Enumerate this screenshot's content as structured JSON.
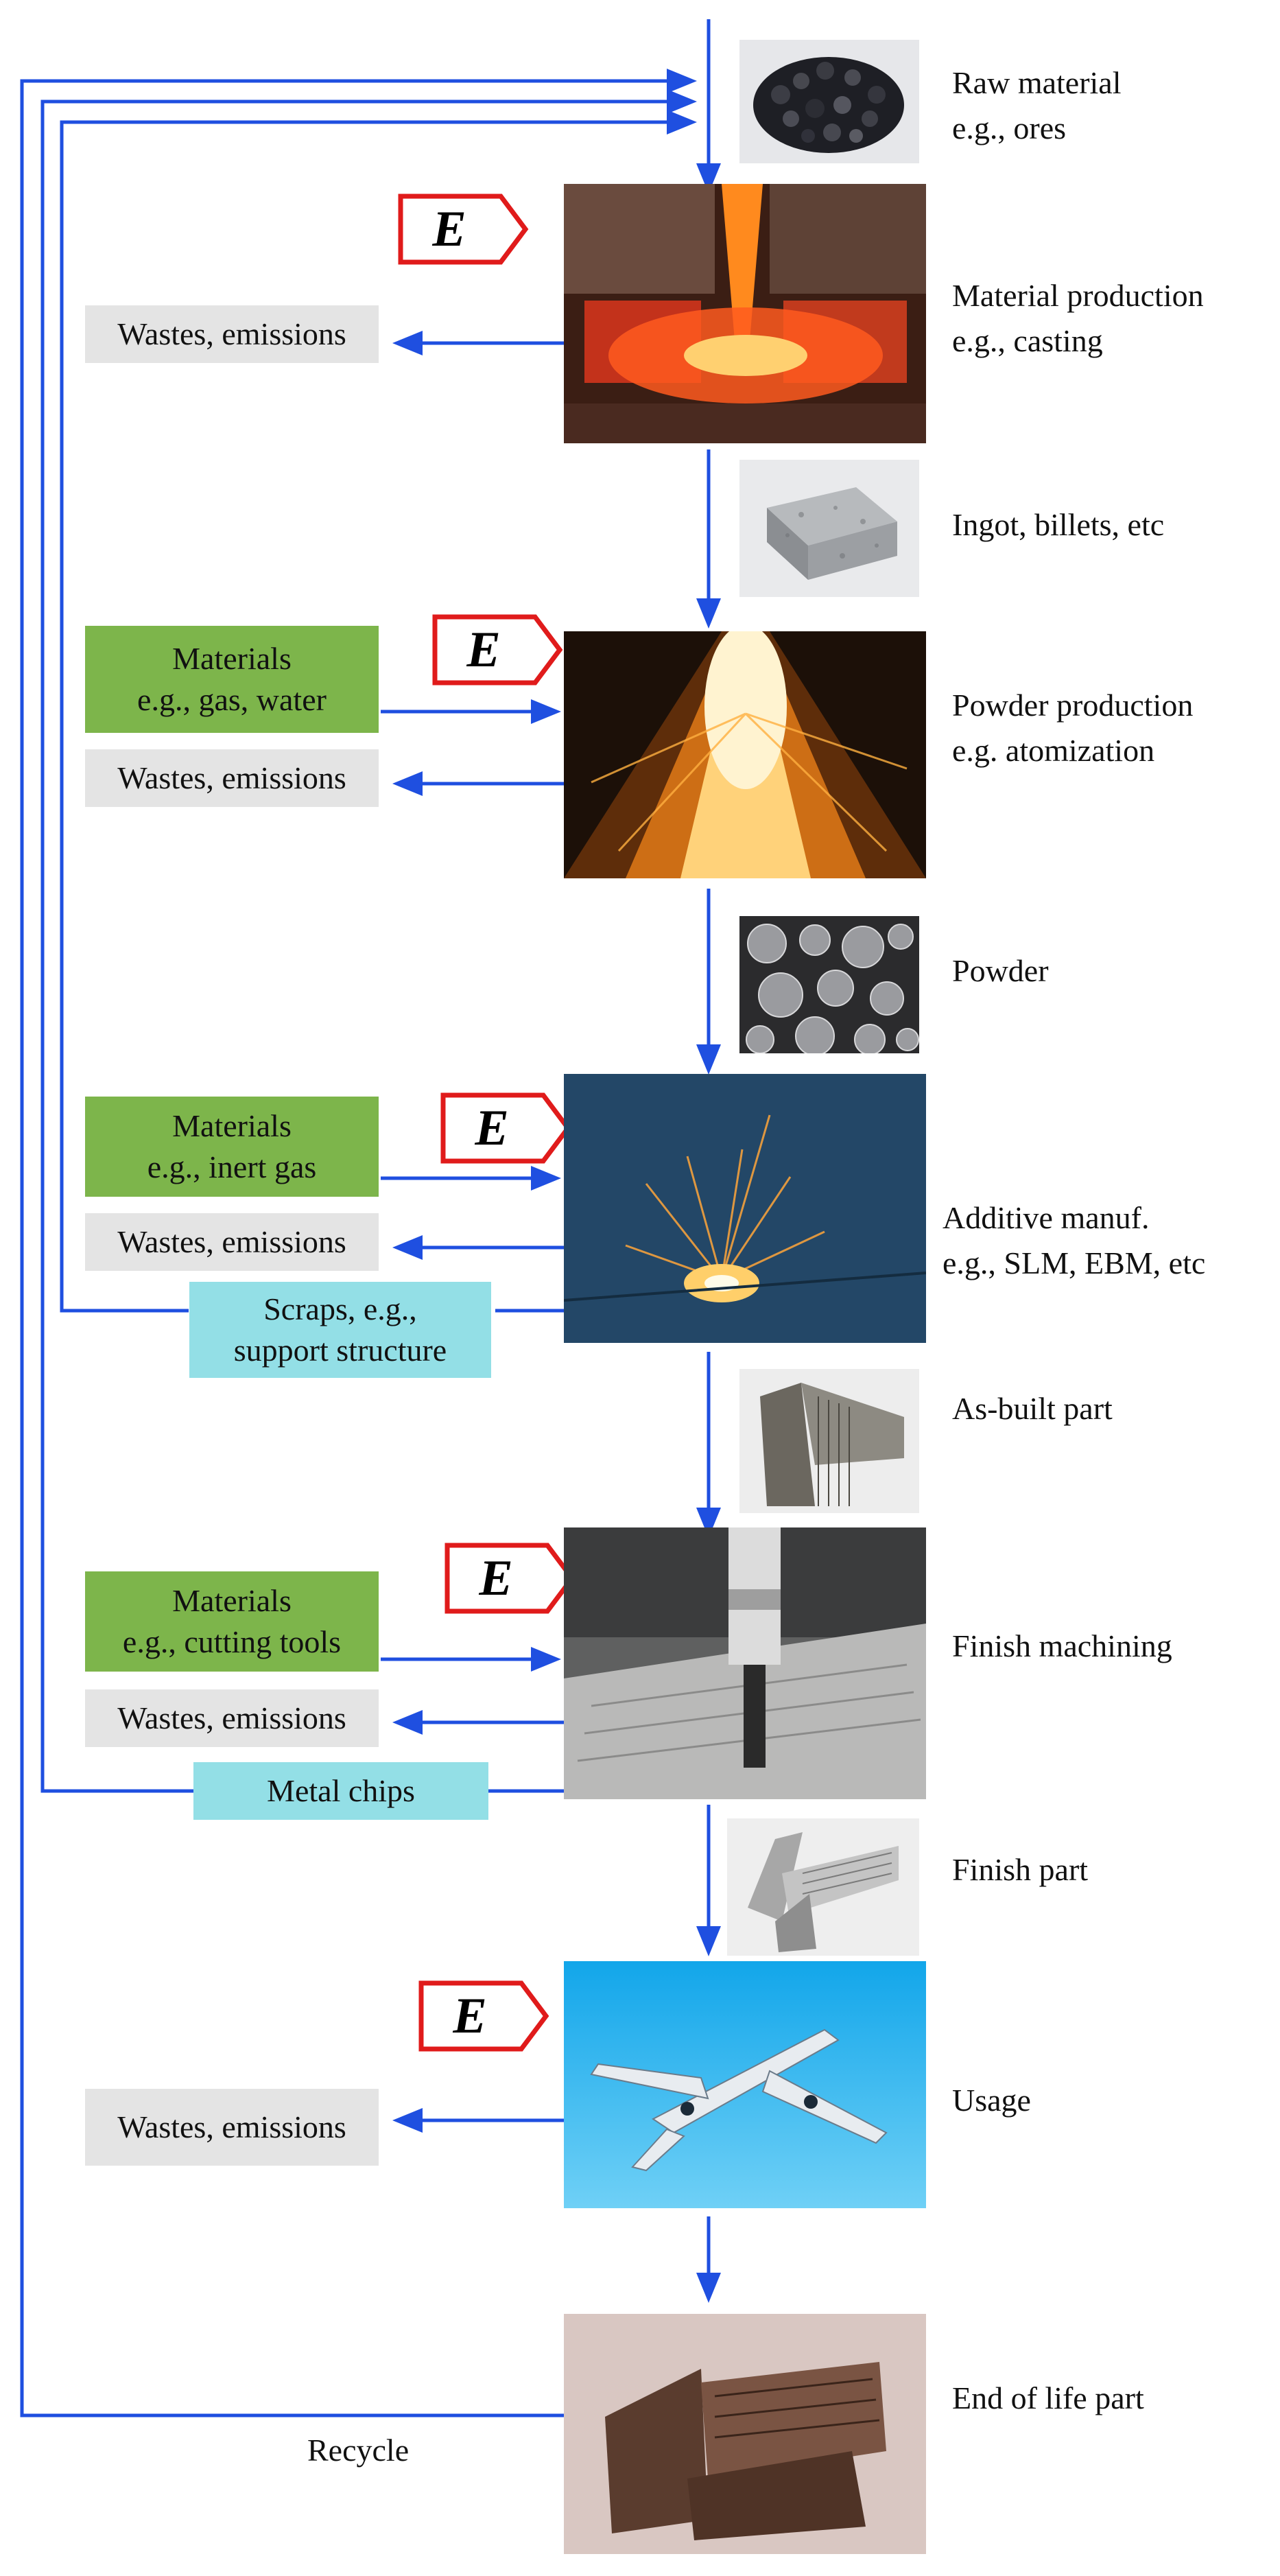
{
  "energy_symbol": "E",
  "colors": {
    "arrow": "#1f4fe0",
    "waste_box": "#e4e4e4",
    "material_box": "#7db54b",
    "scrap_box": "#93dfe6",
    "energy_badge_border": "#e01b1b"
  },
  "stages": [
    {
      "label_line1": "Raw material",
      "label_line2": "e.g., ores",
      "image": "ore-pebbles"
    },
    {
      "label_line1": "Material production",
      "label_line2": "e.g., casting",
      "image": "molten-metal-casting"
    },
    {
      "label_line1": "Ingot, billets, etc",
      "image": "metal-ingot"
    },
    {
      "label_line1": "Powder production",
      "label_line2": "e.g. atomization",
      "image": "atomization-sparks"
    },
    {
      "label_line1": "Powder",
      "image": "powder-micrograph"
    },
    {
      "label_line1": "Additive manuf.",
      "label_line2": "e.g., SLM, EBM, etc",
      "image": "laser-melting-sparks"
    },
    {
      "label_line1": "As-built part",
      "image": "as-built-part"
    },
    {
      "label_line1": "Finish machining",
      "image": "milling-spindle"
    },
    {
      "label_line1": "Finish part",
      "image": "finished-blade"
    },
    {
      "label_line1": "Usage",
      "image": "airplane-in-flight"
    },
    {
      "label_line1": "End of life part",
      "image": "worn-turbine-blade"
    }
  ],
  "wastes": {
    "casting": "Wastes, emissions",
    "powder": "Wastes, emissions",
    "am": "Wastes, emissions",
    "machining": "Wastes, emissions",
    "usage": "Wastes, emissions"
  },
  "materials": {
    "powder": {
      "line1": "Materials",
      "line2": "e.g., gas, water"
    },
    "am": {
      "line1": "Materials",
      "line2": "e.g., inert gas"
    },
    "machining": {
      "line1": "Materials",
      "line2": "e.g., cutting tools"
    }
  },
  "scraps": {
    "am": {
      "line1": "Scraps, e.g.,",
      "line2": "support structure"
    },
    "machining": "Metal chips"
  },
  "recycle_label": "Recycle"
}
